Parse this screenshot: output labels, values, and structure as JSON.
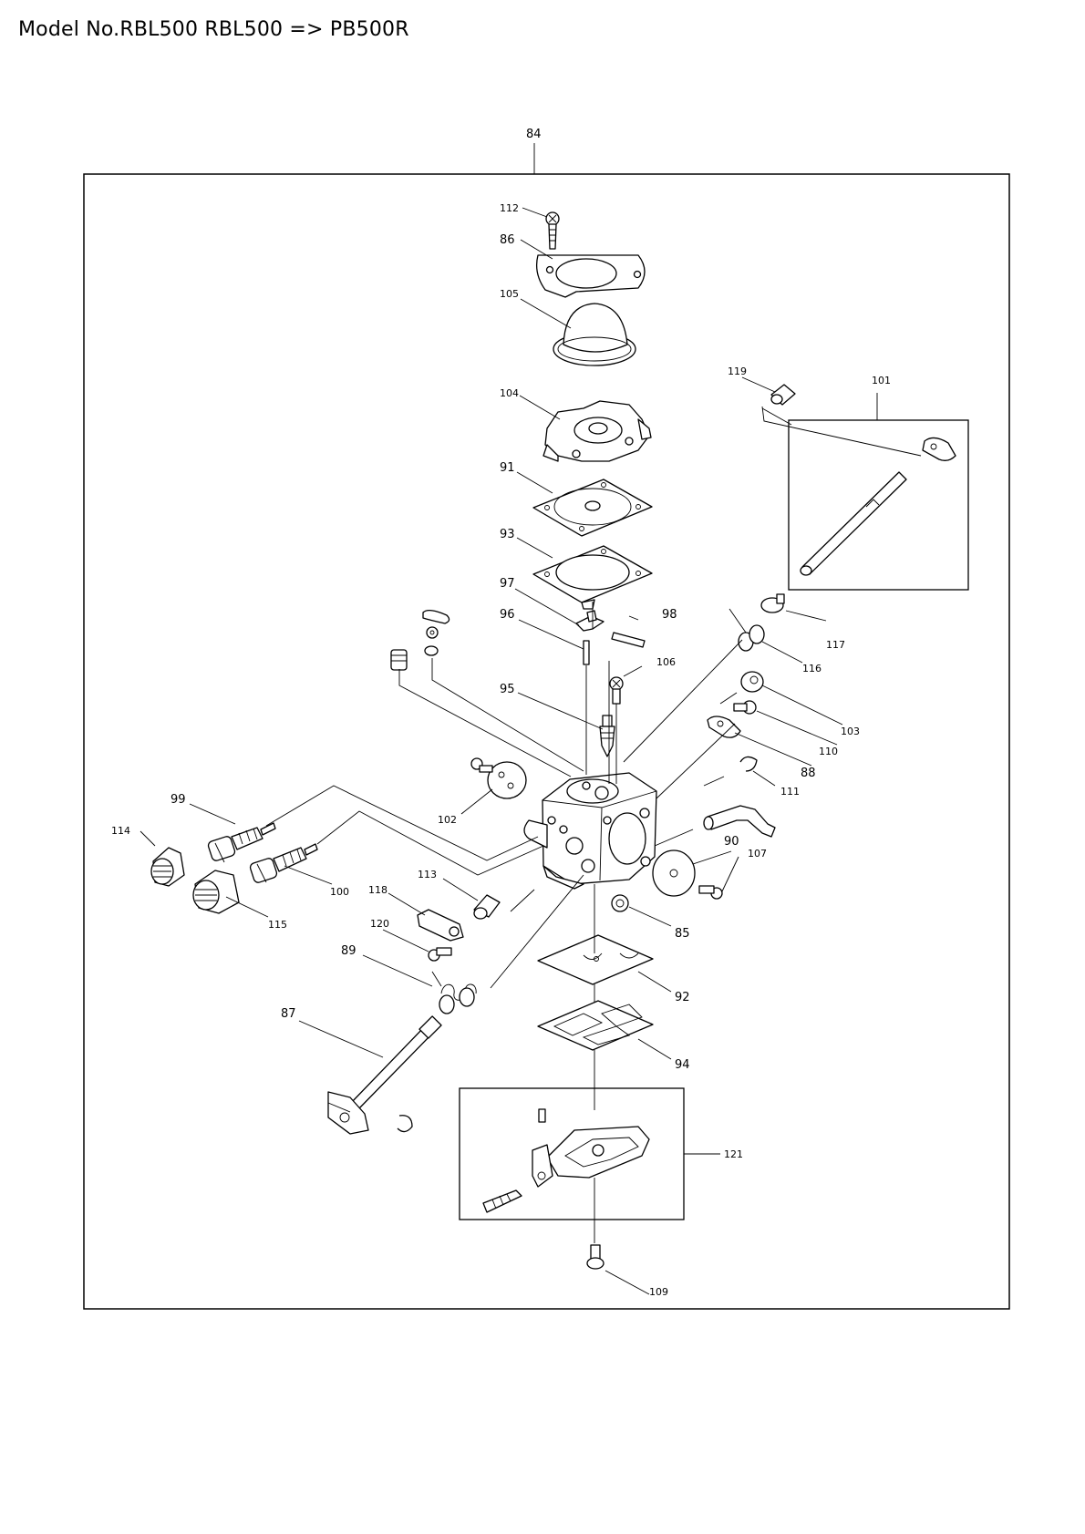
{
  "page": {
    "title": "Model No.RBL500 RBL500 => PB500R"
  },
  "diagram": {
    "assembly_label": "84",
    "parts": [
      {
        "no": "112"
      },
      {
        "no": "86"
      },
      {
        "no": "105"
      },
      {
        "no": "104"
      },
      {
        "no": "91"
      },
      {
        "no": "93"
      },
      {
        "no": "97"
      },
      {
        "no": "96"
      },
      {
        "no": "98"
      },
      {
        "no": "95"
      },
      {
        "no": "106"
      },
      {
        "no": "119"
      },
      {
        "no": "101"
      },
      {
        "no": "117"
      },
      {
        "no": "116"
      },
      {
        "no": "103"
      },
      {
        "no": "110"
      },
      {
        "no": "88"
      },
      {
        "no": "111"
      },
      {
        "no": "102"
      },
      {
        "no": "99"
      },
      {
        "no": "114"
      },
      {
        "no": "100"
      },
      {
        "no": "115"
      },
      {
        "no": "113"
      },
      {
        "no": "118"
      },
      {
        "no": "120"
      },
      {
        "no": "89"
      },
      {
        "no": "87"
      },
      {
        "no": "90"
      },
      {
        "no": "107"
      },
      {
        "no": "85"
      },
      {
        "no": "92"
      },
      {
        "no": "94"
      },
      {
        "no": "121"
      },
      {
        "no": "109"
      }
    ]
  }
}
